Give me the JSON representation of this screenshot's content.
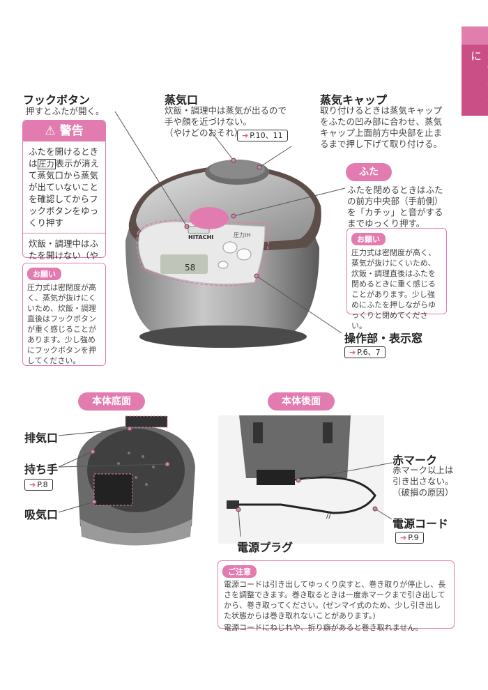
{
  "side_tab": {
    "label": "ご使用の前に"
  },
  "hook_button": {
    "title": "フックボタン",
    "desc": "押すとふたが開く。"
  },
  "warning": {
    "title": "警告",
    "line1_prefix": "ふたを開けるときは",
    "line1_mark": "圧力",
    "line1_rest": "表示が消えて蒸気口から蒸気が出ていないことを確認してからフックボタンをゆっくり押す",
    "line2": "炊飯・調理中はふたを開けない（やけどのおそれ）"
  },
  "request_left": {
    "badge": "お願い",
    "text": "圧力式は密閉度が高く、蒸気が抜けにくいため、炊飯・調理直後はフックボタンが重く感じることがあります。少し強めにフックボタンを押してください。"
  },
  "steam_vent": {
    "title": "蒸気口",
    "desc1": "炊飯・調理中は蒸気が出るので手や顔を近づけない。",
    "desc2": "（やけどのおそれ）",
    "ref": "P.10、11"
  },
  "steam_cap": {
    "title": "蒸気キャップ",
    "desc": "取り付けるときは蒸気キャップをふたの凹み部に合わせ、蒸気キャップ上面前方中央部を止まるまで押し下げて取り付ける。"
  },
  "lid": {
    "pill": "ふた",
    "desc": "ふたを閉めるときはふたの前方中央部（手前側）を「カチッ」と音がするまでゆっくり押す。"
  },
  "request_right": {
    "badge": "お願い",
    "text": "圧力式は密閉度が高く、蒸気が抜けにくいため、炊飯・調理直後はふたを閉めるときに重く感じることがあります。少し強めにふたを押しながらゆっくりと閉めてください。"
  },
  "control_panel": {
    "title": "操作部・表示窓",
    "ref": "P.6、7"
  },
  "bottom": {
    "pill": "本体底面",
    "exhaust": "排気口",
    "handle": "持ち手",
    "handle_ref": "P.8",
    "intake": "吸気口"
  },
  "back": {
    "pill": "本体後面",
    "red_mark": "赤マーク",
    "red_mark_desc": "赤マーク以上は引き出さない。（破損の原因）",
    "cord": "電源コード",
    "cord_ref": "P.9",
    "plug": "電源プラグ"
  },
  "caution": {
    "badge": "ご注意",
    "text1": "電源コードは引き出してゆっくり戻すと、巻き取りが停止し、長さを調整できます。巻き取るときは一度赤マークまで引き出してから、巻き取ってください。(ゼンマイ式のため、少し引き出した状態からは巻き取れないことがあります。)",
    "text2": "電源コードにねじれや、折り癖があると巻き取れません。"
  },
  "product": {
    "brand": "HITACHI",
    "model_mark": "圧力IH",
    "display": "58"
  },
  "colors": {
    "accent": "#e27bb0",
    "tab": "#c94f86"
  }
}
